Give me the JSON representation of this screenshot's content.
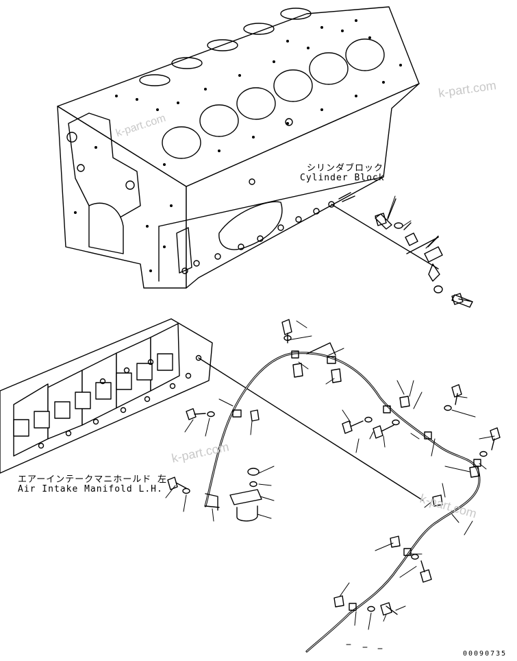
{
  "labels": {
    "cylinder_block_jp": "シリンダブロック",
    "cylinder_block_en": "Cylinder Block",
    "manifold_jp": "エアーインテークマニホールド 左",
    "manifold_en": "Air Intake Manifold L.H.",
    "drawing_number": "00090735"
  },
  "watermarks": [
    "k-part.com",
    "k-part.com",
    "k-part.com",
    "k-part.com"
  ]
}
